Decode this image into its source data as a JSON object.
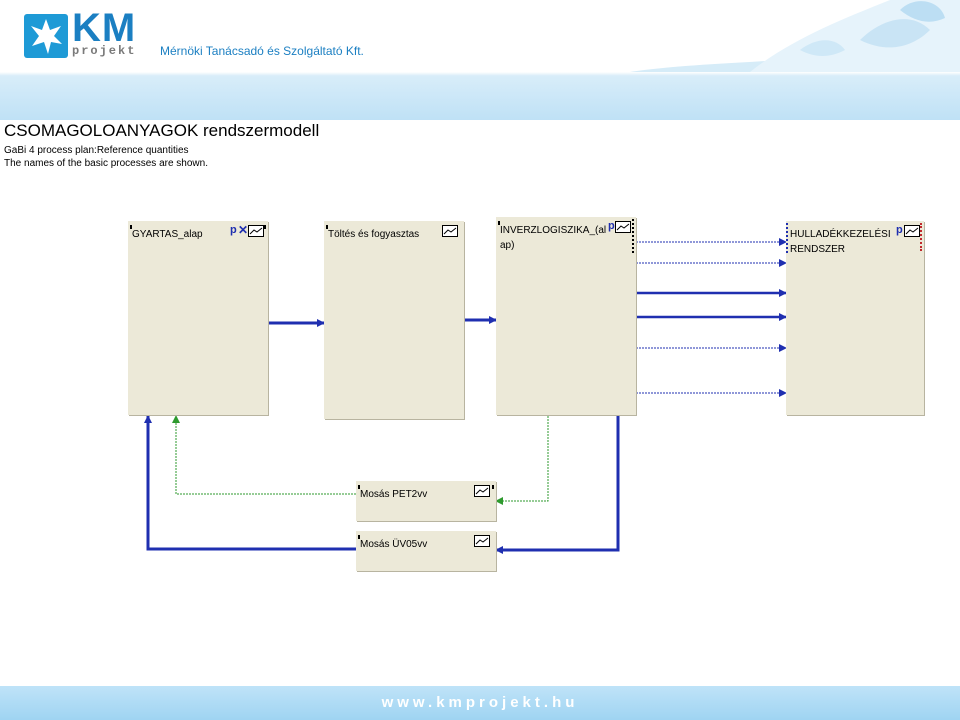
{
  "header": {
    "logo_text": "KM",
    "logo_sub": "projekt",
    "company": "Mérnöki Tanácsadó és Szolgáltató Kft."
  },
  "main": {
    "title": "CSOMAGOLOANYAGOK rendszermodell",
    "subtitle1": "GaBi 4 process plan:Reference quantities",
    "subtitle2": "The names of the basic processes are shown."
  },
  "processes": {
    "gyartas": "GYARTAS_alap",
    "toltes": "Töltés és fogyasztas",
    "inverz": "INVERZLOGISZIKA_(al ap)",
    "hulladek": "HULLADÉKKEZELÉSI RENDSZER",
    "mosas_pet": "Mosás PET2vv",
    "mosas_uv": "Mosás ÜV05vv"
  },
  "footer": {
    "url": "www.kmprojekt.hu"
  },
  "colors": {
    "brand_blue": "#1b7fc2",
    "box_fill": "#ece9d8",
    "flow_blue": "#1f2fb0",
    "flow_green": "#2e9a2e"
  },
  "icons": [
    "star-logo-icon",
    "plan-icon",
    "p-marker-icon",
    "x-marker-icon"
  ]
}
